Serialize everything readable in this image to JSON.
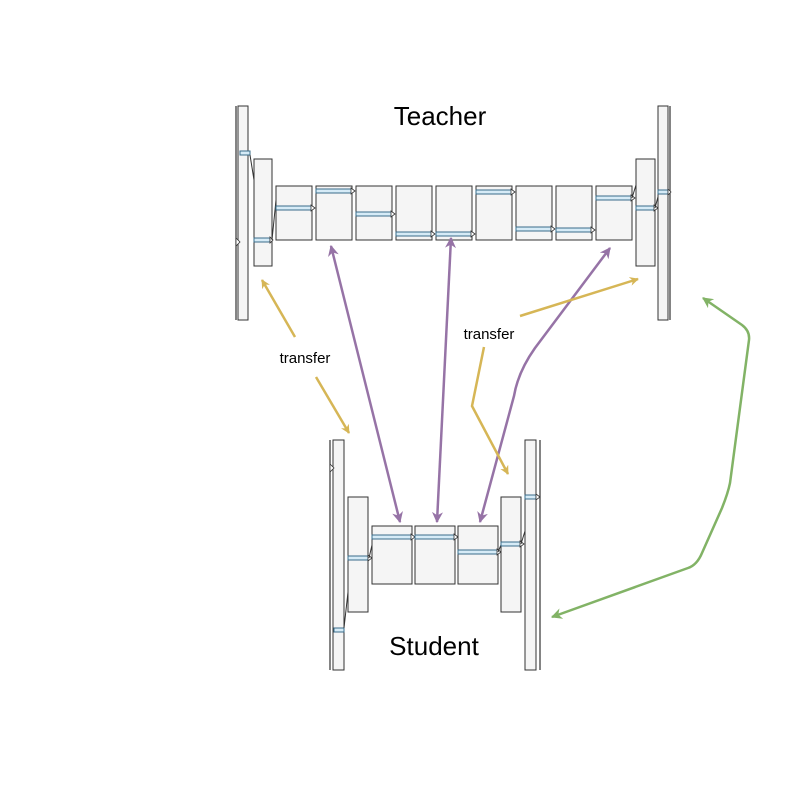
{
  "teacher": {
    "title": "Teacher"
  },
  "student": {
    "title": "Student"
  },
  "arrows": {
    "transfer_left": {
      "label": "transfer",
      "color": "#d6b656"
    },
    "transfer_right": {
      "label": "transfer",
      "color": "#d6b656"
    },
    "layer_mapping": {
      "color": "#9673a6"
    },
    "output_link": {
      "color": "#82b366"
    }
  },
  "colors": {
    "block_fill": "#f5f5f5",
    "activation": "#d6ebf7",
    "stroke": "#333333"
  }
}
